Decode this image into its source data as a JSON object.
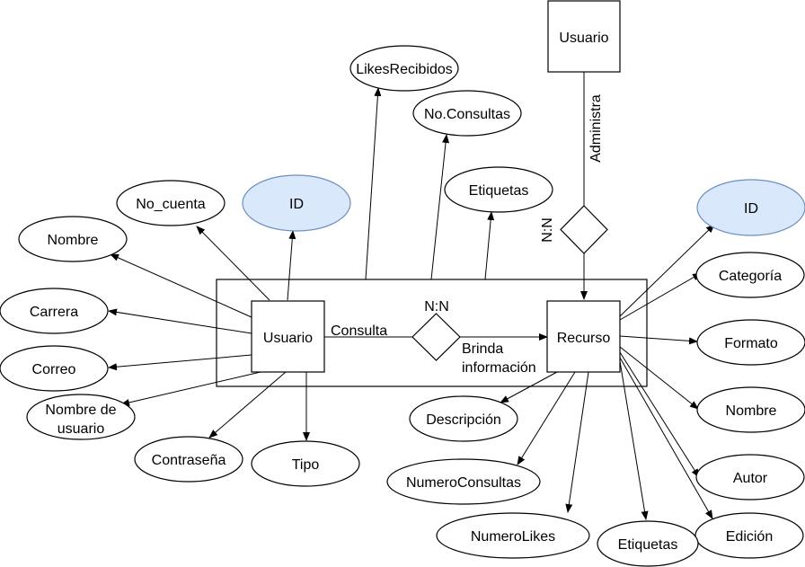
{
  "entities": {
    "usuario": "Usuario",
    "recurso": "Recurso",
    "usuario_admin": "Usuario"
  },
  "relationships": {
    "consulta_label": "Consulta",
    "consulta_cardinality": "N:N",
    "brinda_line1": "Brinda",
    "brinda_line2": "información",
    "administra_label": "Administra",
    "administra_cardinality": "N:N"
  },
  "usuario_attributes": {
    "no_cuenta": "No_cuenta",
    "id": "ID",
    "nombre": "Nombre",
    "carrera": "Carrera",
    "correo": "Correo",
    "nombre_usuario_line1": "Nombre de",
    "nombre_usuario_line2": "usuario",
    "contrasena": "Contraseña",
    "tipo": "Tipo"
  },
  "consulta_attributes": {
    "likes_recibidos": "LikesRecibidos",
    "no_consultas": "No.Consultas",
    "etiquetas": "Etiquetas"
  },
  "recurso_attributes": {
    "id": "ID",
    "categoria": "Categoría",
    "formato": "Formato",
    "nombre": "Nombre",
    "autor": "Autor",
    "edicion": "Edición",
    "etiquetas": "Etiquetas",
    "numero_likes": "NumeroLikes",
    "numero_consultas": "NumeroConsultas",
    "descripcion": "Descripción"
  },
  "colors": {
    "key_fill": "#dae8fc",
    "key_stroke": "#6c8ebf"
  }
}
